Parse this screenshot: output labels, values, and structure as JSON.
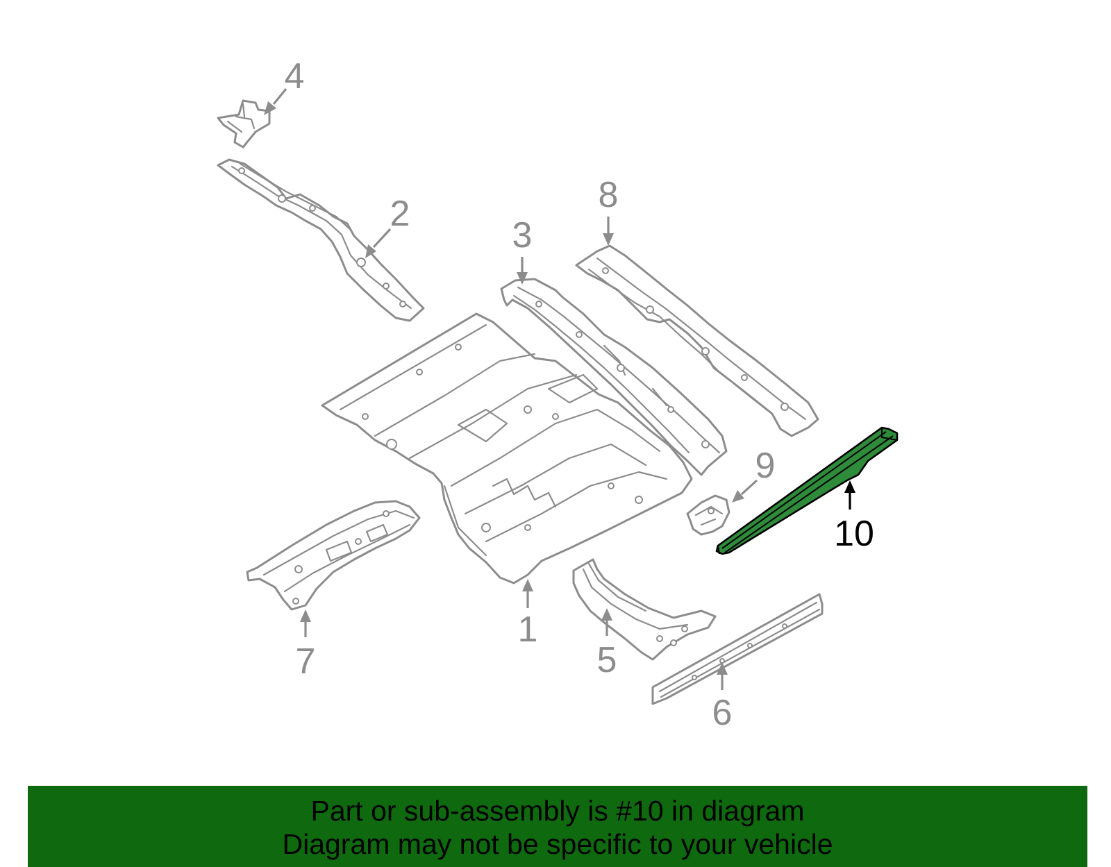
{
  "diagram": {
    "callouts": [
      {
        "id": "1",
        "label": "1"
      },
      {
        "id": "2",
        "label": "2"
      },
      {
        "id": "3",
        "label": "3"
      },
      {
        "id": "4",
        "label": "4"
      },
      {
        "id": "5",
        "label": "5"
      },
      {
        "id": "6",
        "label": "6"
      },
      {
        "id": "7",
        "label": "7"
      },
      {
        "id": "8",
        "label": "8"
      },
      {
        "id": "9",
        "label": "9"
      },
      {
        "id": "10",
        "label": "10"
      }
    ],
    "highlighted_part": "10",
    "highlight_color": "#2e8b3a",
    "part_stroke_color": "#8c8c8c"
  },
  "banner": {
    "line1": "Part or sub-assembly is #10 in diagram",
    "line2": "Diagram may not be specific to your vehicle",
    "background_color": "#0f6a0f"
  }
}
